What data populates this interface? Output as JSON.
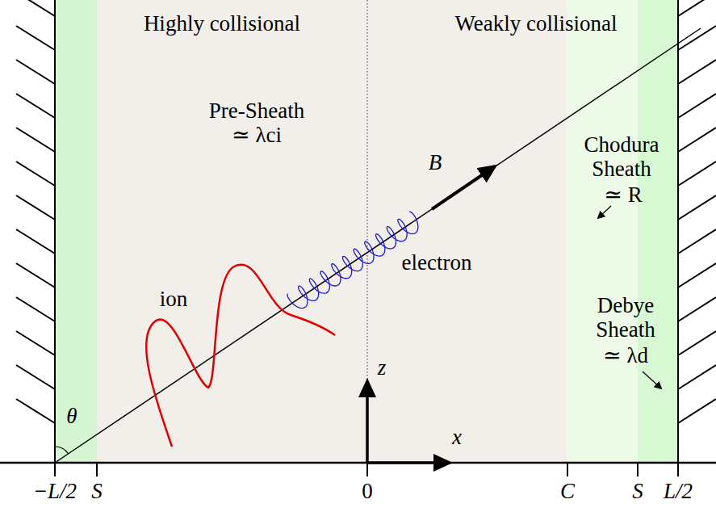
{
  "diagram": {
    "labels": [
      "Highly collisional",
      "Weakly collisional",
      "Pre-Sheath",
      "≃ λci",
      "B",
      "electron",
      "ion",
      "Chodura Sheath",
      "≃ R",
      "Debye Sheath",
      "≃ λd",
      "z",
      "x",
      "θ",
      "−L/2",
      "S",
      "0",
      "C",
      "S",
      "L/2"
    ]
  }
}
